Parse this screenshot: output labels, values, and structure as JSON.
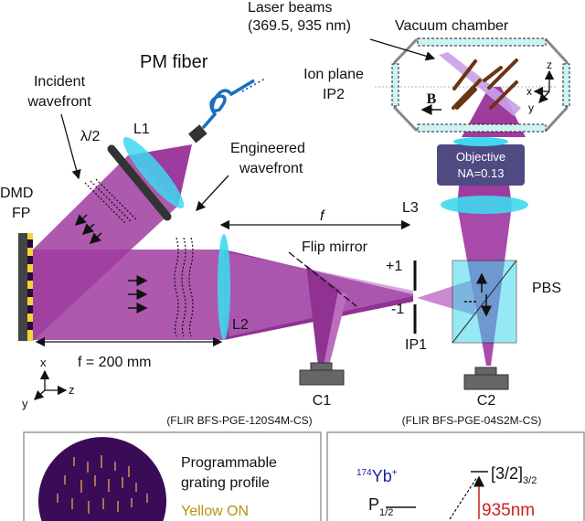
{
  "labels": {
    "laser_beams_1": "Laser beams",
    "laser_beams_2": "(369.5, 935 nm)",
    "vacuum_chamber": "Vacuum chamber",
    "pm_fiber": "PM fiber",
    "ion_plane_1": "Ion plane",
    "ion_plane_2": "IP2",
    "b_field": "B",
    "incident_1": "Incident",
    "incident_2": "wavefront",
    "half_wave": "λ/2",
    "l1": "L1",
    "engineered_1": "Engineered",
    "engineered_2": "wavefront",
    "objective_1": "Objective",
    "objective_2": "NA=0.13",
    "dmd_1": "DMD",
    "dmd_2": "FP",
    "l3": "L3",
    "f": "f",
    "flip_mirror": "Flip mirror",
    "plus1": "+1",
    "minus1": "-1",
    "pbs": "PBS",
    "l2": "L2",
    "ip1": "IP1",
    "focal_length": "f = 200 mm",
    "c1": "C1",
    "c2": "C2",
    "c1_model": "(FLIR BFS-PGE-120S4M-CS)",
    "c2_model": "(FLIR BFS-PGE-04S2M-CS)",
    "axis_x": "x",
    "axis_y": "y",
    "axis_z": "z"
  },
  "panel_left": {
    "title_1": "Programmable",
    "title_2": "grating profile",
    "yellow_on": "Yellow ON"
  },
  "panel_right": {
    "isotope": "174",
    "ion": "Yb",
    "charge": "+",
    "level_p": "P",
    "level_p_sub": "1/2",
    "level_d": "[3/2]",
    "level_d_sub": "3/2",
    "wavelength": "935nm"
  },
  "colors": {
    "beam": "#8e1a8e",
    "lens": "#3fd8ee",
    "dmd_yellow": "#f3d53a",
    "wavelength_red": "#d0201a",
    "ion_blue": "#1a1aa8"
  }
}
